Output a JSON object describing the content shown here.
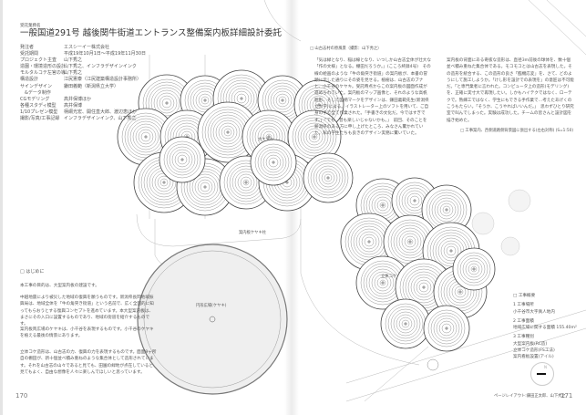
{
  "header": {
    "category": "受託業務名",
    "title": "一般国道291号 越後関牛街道エントランス整備案内板詳細設計委託"
  },
  "credits": [
    {
      "k": "発注者",
      "v": "エスシーイー株式会社"
    },
    {
      "k": "受託期間",
      "v": "平成19年10月1日〜平成19年11月30日"
    },
    {
      "k": "プロジェクト主査",
      "v": "山下秀之"
    },
    {
      "k": "造園・環境造形の設計",
      "v": "山下秀之、インフラデザインインク"
    },
    {
      "k": "モルタルコテ左官の導",
      "v": "山下秀之"
    },
    {
      "k": "構造設計",
      "v": "江尻憲泰（江尻建築構造設計事務所）"
    },
    {
      "k": "サインデザイン",
      "v": "鎌田義範（新潟県立大学）"
    },
    {
      "k": "　&データ制作",
      "v": ""
    },
    {
      "k": "CGモデリング",
      "v": "高井保博ほか"
    },
    {
      "k": "各種スタディ模型",
      "v": "高井保博"
    },
    {
      "k": "1/10プレゼン模型",
      "v": "柄綱光宏、開住直大郎、渡辺恵ほか"
    },
    {
      "k": "撮影/写真/工事記録",
      "v": "インフラデザインインク、山下秀之"
    }
  ],
  "intro": {
    "heading": "はじめに",
    "paragraphs": [
      "本工事の目的は、大型案内板の建設です。",
      "中越地震により被災した地域の復興を願うものです。新潟県長岡地域振興局は、地域全体を「牛の角突き街道」という名前で、広く全国的に知ってもらおうとする復興コンセプトを進めています。本大型案内板は、まさにその入口に設置するものであり、地域の街道を紹介するものです。",
      "案内板両広場のケヤキは、小千谷を表現するものです。小千谷のケヤキを植える最後の情景にあります。",
      "立体コケ造形は、山古志の力、復興の力を表現するものです。面面9ヶ所自の棚田が、新十個並べ積み重ねのような集合体として造形されています。それを山古志の山々であると見ても、田園の緑地が点在していると見てもよく、自由な想像を人々に楽しんでほしいと思っています。"
    ]
  },
  "essay": {
    "caption": "□ 山古志村の原風景（撮影：山下秀之）",
    "col1": "「気は緑となり、稲は線となり、いつしか山古志全体が壮大な「作の文様」となる。棚田だろうか。」(こころ終録4号)　その線の絵画のような「牛の角突き街道」の案内板が、本書の冒頭に示した通りにその姿を見せる。植樹は、山古志のブナと、小千谷のケヤキ。受託時点からこの案内板の図面作成が進められていた。案内板のマップ画像と、それのような高帆影形、そして図柄マークをデザインは、鎌田義範先生(新潟県立大学)による。イラストレーター上のソフトを用いて、ご自身の手で全て作業された。「手書きの文化だ。今ではすぎです。」「でも、昔も楽しいじゃないかも。」　前回、そのことを新潟県のある方に申し上げたところ、みなさん驚かれていた。私の学生たちも良きのデザイン実務に驚いていた。",
    "col2": "案内板の背面にある奇抜な造形は、直径3m前後の球体を、数十個並べ積み重ねた集合体である。モコモコとは山古志を表現した。その造形を統合する、この造形の良さ「臨機応変」を、さて、どのようにして施工しようか。「けし形を設計での表現を」の意匠は不可能だ。「と専門業者に言われた。コンピュータ上の造形(モデリング)を、正確に実寸大で再現したい。しかもハイテクではなく、ローテクで。熟練工ではなく、学生にもできる手作業で…考えたあげくのこうもたらい。「そうか、こうやればいいんだ。」　思わずひとり研究室で叫んでしまった。実験は成功した。チームの皆さんと設計図を描き始めた。"
  },
  "plan_labels": {
    "right_caption": "□ 工事案内、西側道路側背景図に張出する(左右対称) (S=1:50)",
    "sign_label": "案内板ケヤキ柱",
    "plaza_label": "円形広場(ケヤキ)",
    "gutter_mark": "大ケヤキ",
    "right_mark": "立体コケ"
  },
  "overview": {
    "heading": "工事概要",
    "items": [
      {
        "n": "1",
        "label": "工事場所",
        "v": "小千谷市大字真人地内"
      },
      {
        "n": "2",
        "label": "工事面積",
        "v": "地域広場に関する面積 155.40m²"
      },
      {
        "n": "3",
        "label": "工事種別",
        "v": "大型案内板(RC造)\n立体コケ造形(FS工法)\n案内看板設置(アイル)"
      }
    ]
  },
  "footer": {
    "page_left": "170",
    "page_right": "171",
    "layout_credit": "ページレイアウト:鎌田正太郎、山下秀之"
  },
  "north_arrow": {
    "label": "N"
  }
}
